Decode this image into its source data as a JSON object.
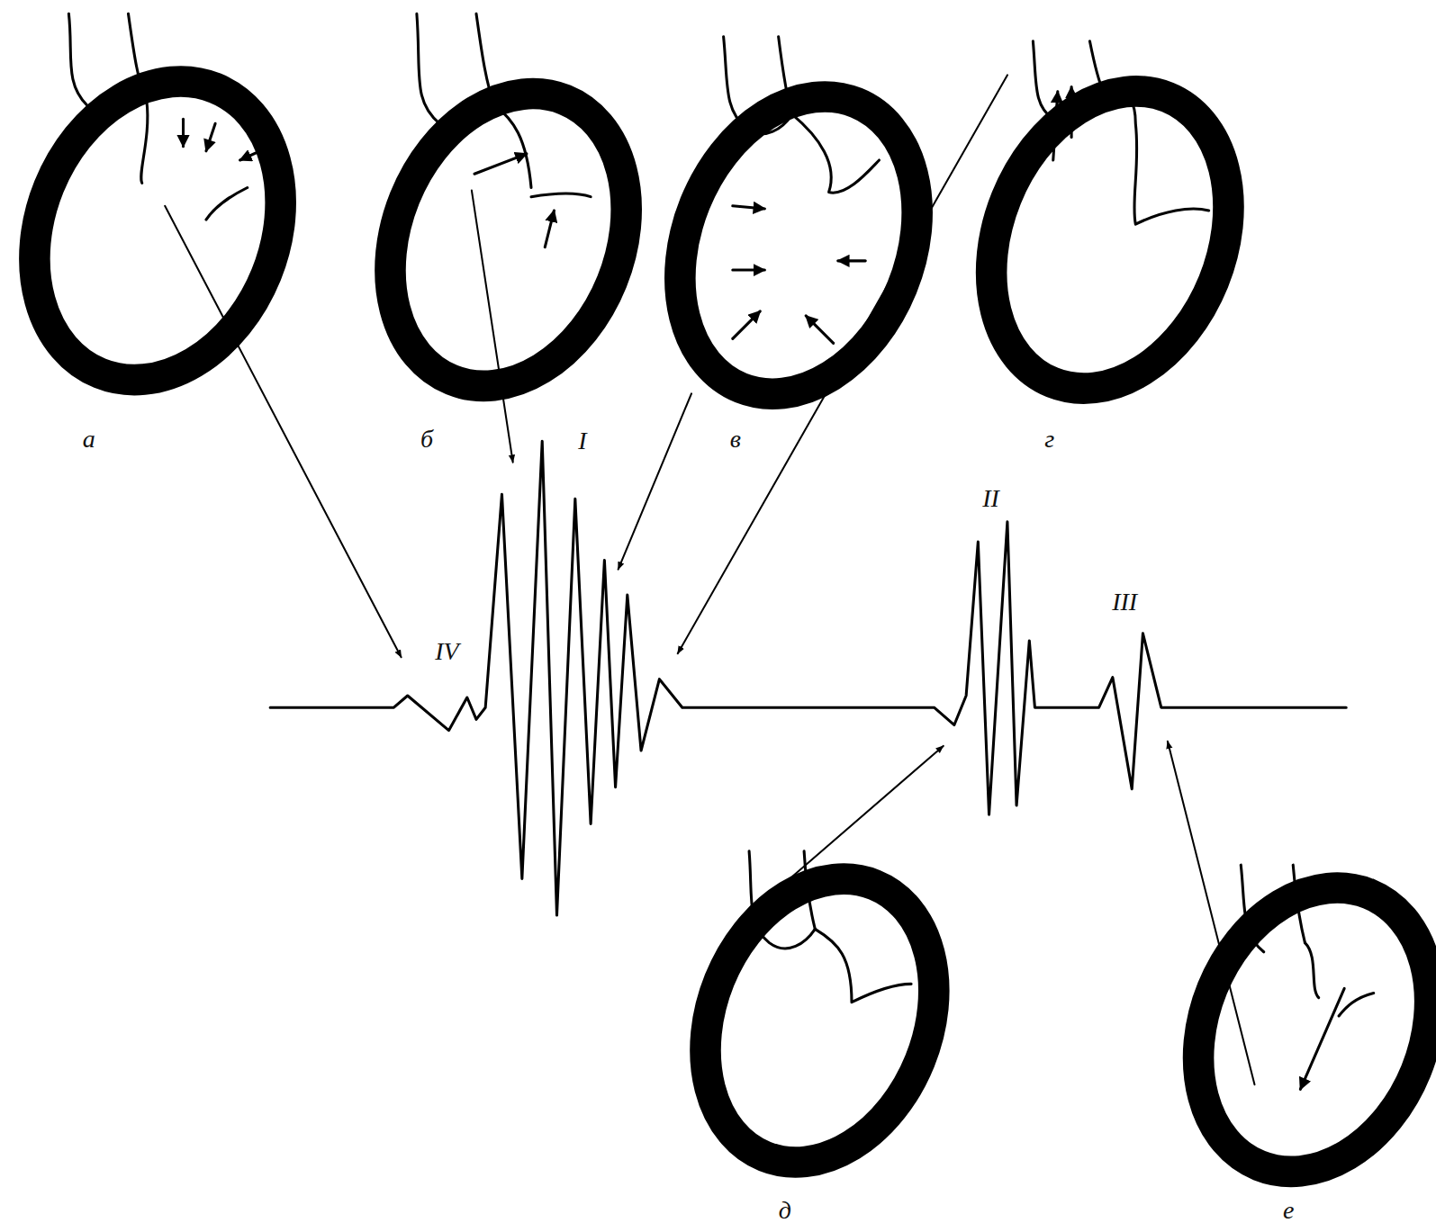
{
  "diagram": {
    "labels": [
      "а",
      "б",
      "I",
      "в",
      "г",
      "IV",
      "II",
      "III",
      "д",
      "е"
    ]
  }
}
